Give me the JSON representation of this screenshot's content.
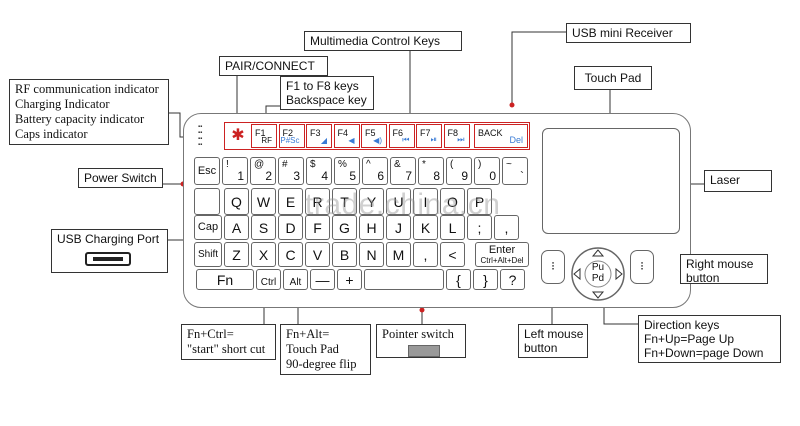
{
  "callouts": {
    "multimedia": "Multimedia Control Keys",
    "usb_receiver": "USB mini Receiver",
    "pair": "PAIR/CONNECT",
    "f_keys_line1": "F1 to F8 keys",
    "f_keys_line2": "Backspace key",
    "indicators": [
      "RF communication indicator",
      "Charging Indicator",
      "Battery capacity indicator",
      "Caps indicator"
    ],
    "touch_pad": "Touch Pad",
    "power_switch": "Power Switch",
    "laser": "Laser",
    "usb_charging": "USB Charging Port",
    "right_mouse_line1": "Right mouse",
    "right_mouse_line2": "button",
    "fn_ctrl": [
      "Fn+Ctrl=",
      "\"start\" short cut"
    ],
    "fn_alt": [
      "Fn+Alt=",
      "Touch Pad",
      "90-degree flip"
    ],
    "pointer_switch": "Pointer switch",
    "left_mouse_line1": "Left mouse",
    "left_mouse_line2": "button",
    "direction": [
      "Direction keys",
      "Fn+Up=Page Up",
      "Fn+Down=page Down"
    ]
  },
  "keyboard": {
    "fkeys": [
      {
        "label": "F1",
        "sub": "RF"
      },
      {
        "label": "F2",
        "sub": "P#Sc"
      },
      {
        "label": "F3",
        "sub": "◢"
      },
      {
        "label": "F4",
        "sub": "◀"
      },
      {
        "label": "F5",
        "sub": "◀)"
      },
      {
        "label": "F6",
        "sub": "⏮"
      },
      {
        "label": "F7",
        "sub": "⏯"
      },
      {
        "label": "F8",
        "sub": "⏭"
      }
    ],
    "back_label": "BACK",
    "del_label": "Del",
    "row1": [
      {
        "top": "Esc",
        "bot": ""
      },
      {
        "top": "!",
        "bot": "1"
      },
      {
        "top": "@",
        "bot": "2"
      },
      {
        "top": "#",
        "bot": "3"
      },
      {
        "top": "$",
        "bot": "4"
      },
      {
        "top": "%",
        "bot": "5"
      },
      {
        "top": "^",
        "bot": "6"
      },
      {
        "top": "&",
        "bot": "7"
      },
      {
        "top": "*",
        "bot": "8"
      },
      {
        "top": "(",
        "bot": "9"
      },
      {
        "top": ")",
        "bot": "0"
      },
      {
        "top": "~",
        "bot": "`"
      }
    ],
    "row2": [
      "Q",
      "W",
      "E",
      "R",
      "T",
      "Y",
      "U",
      "I",
      "O",
      "P"
    ],
    "row3": [
      "A",
      "S",
      "D",
      "F",
      "G",
      "H",
      "J",
      "K",
      "L",
      ";",
      ","
    ],
    "row3_first": "Cap",
    "row4": [
      "Z",
      "X",
      "C",
      "V",
      "B",
      "N",
      "M",
      ",",
      "<"
    ],
    "row4_first": "Shift",
    "enter_label": "Enter",
    "enter_sub": "Ctrl+Alt+Del",
    "fn_label": "Fn",
    "ctrl_label": "Ctrl",
    "alt_label": "Alt",
    "row5_keys": [
      "—",
      "+",
      "=",
      "{",
      "}",
      "?"
    ],
    "pu": "Pu",
    "pd": "Pd"
  },
  "watermark": "trade.china.cn",
  "colors": {
    "accent_red": "#cc2222",
    "icon_blue": "#3a7bd5"
  }
}
